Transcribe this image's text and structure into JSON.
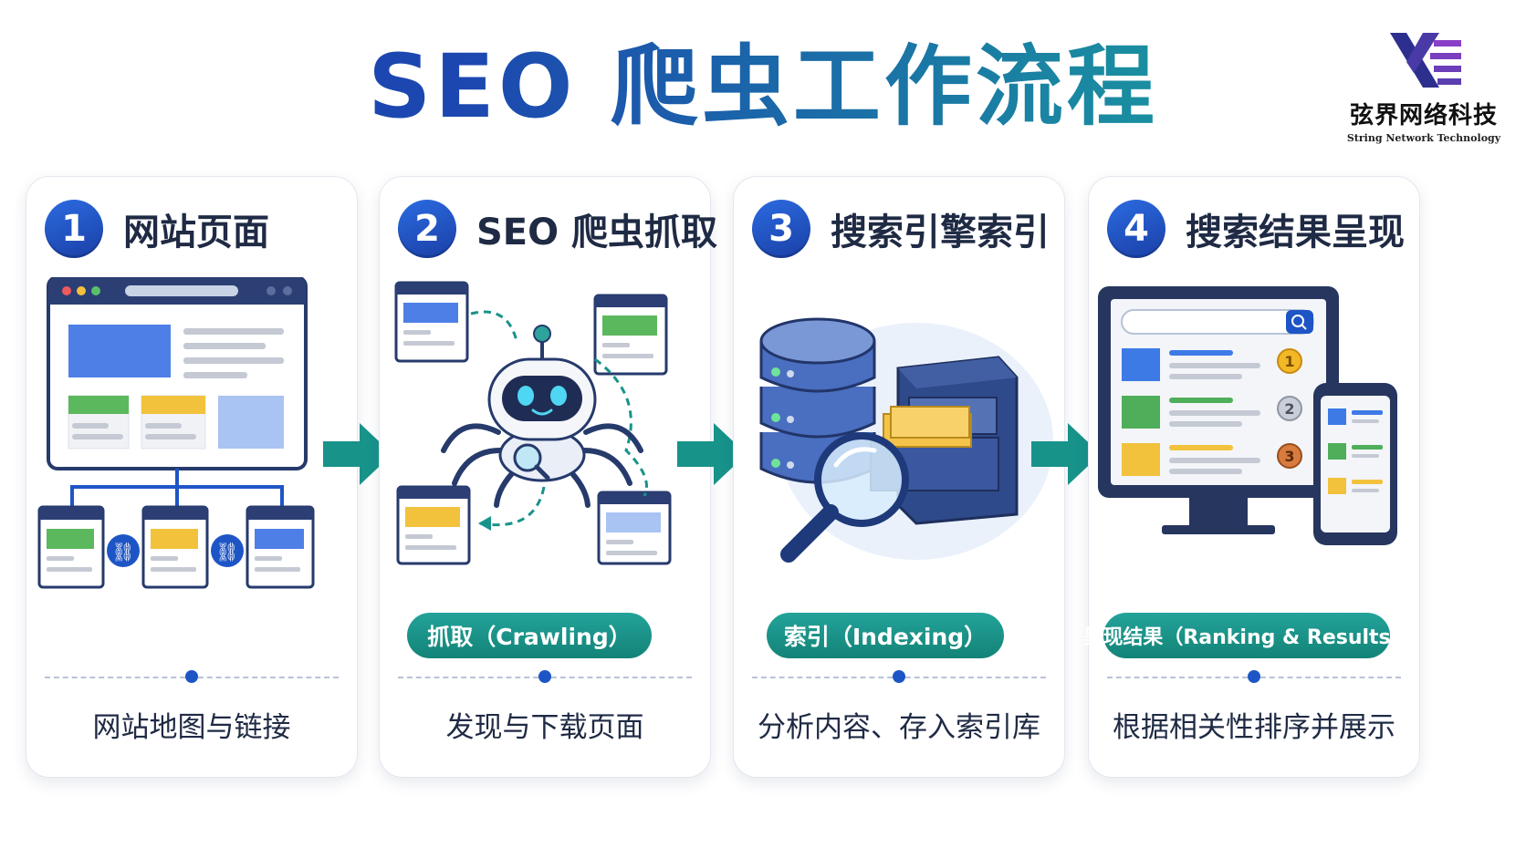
{
  "title": "SEO 爬虫工作流程",
  "logo": {
    "name_cn": "弦界网络科技",
    "name_en": "String Network Technology"
  },
  "colors": {
    "primary_blue": "#1e55c6",
    "teal": "#17938a",
    "green": "#5cb85c",
    "yellow": "#f2c23c"
  },
  "steps": [
    {
      "number": "1",
      "title": "网站页面",
      "tag": "",
      "description": "网站地图与链接",
      "icon": "website-sitemap-icon"
    },
    {
      "number": "2",
      "title": "SEO 爬虫抓取",
      "tag": "抓取（Crawling）",
      "description": "发现与下载页面",
      "icon": "crawler-spider-robot-icon"
    },
    {
      "number": "3",
      "title": "搜索引擎索引",
      "tag": "索引（Indexing）",
      "description": "分析内容、存入索引库",
      "icon": "database-cabinet-magnifier-icon"
    },
    {
      "number": "4",
      "title": "搜索结果呈现",
      "tag": "呈现结果（Ranking & Results）",
      "description": "根据相关性排序并展示",
      "icon": "search-results-ranking-icon"
    }
  ],
  "ranks": [
    "1",
    "2",
    "3"
  ]
}
